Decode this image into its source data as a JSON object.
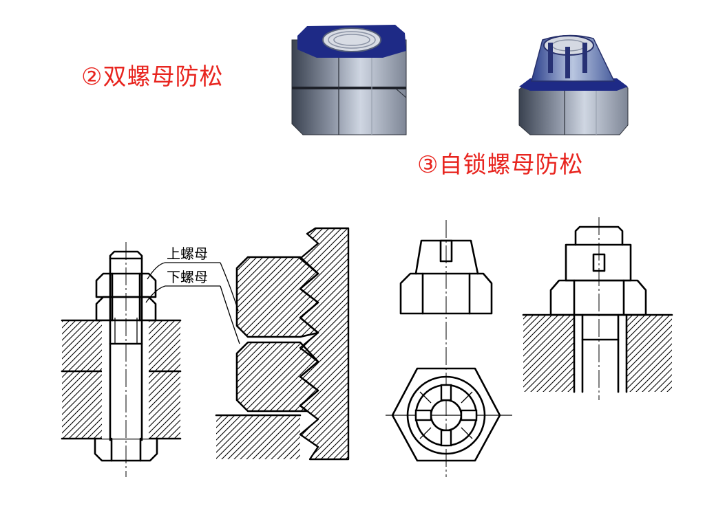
{
  "slide": {
    "double_nut_caption": "②双螺母防松",
    "self_locking_caption": "③自锁螺母防松",
    "caption_color": "#e8251f"
  },
  "drawing": {
    "upper_nut_label": "上螺母",
    "lower_nut_label": "下螺母"
  },
  "photos": {
    "nut_top_color": "#1e2a86",
    "nut_side_light": "#cfd6e2",
    "nut_side_dark": "#3a4250"
  }
}
